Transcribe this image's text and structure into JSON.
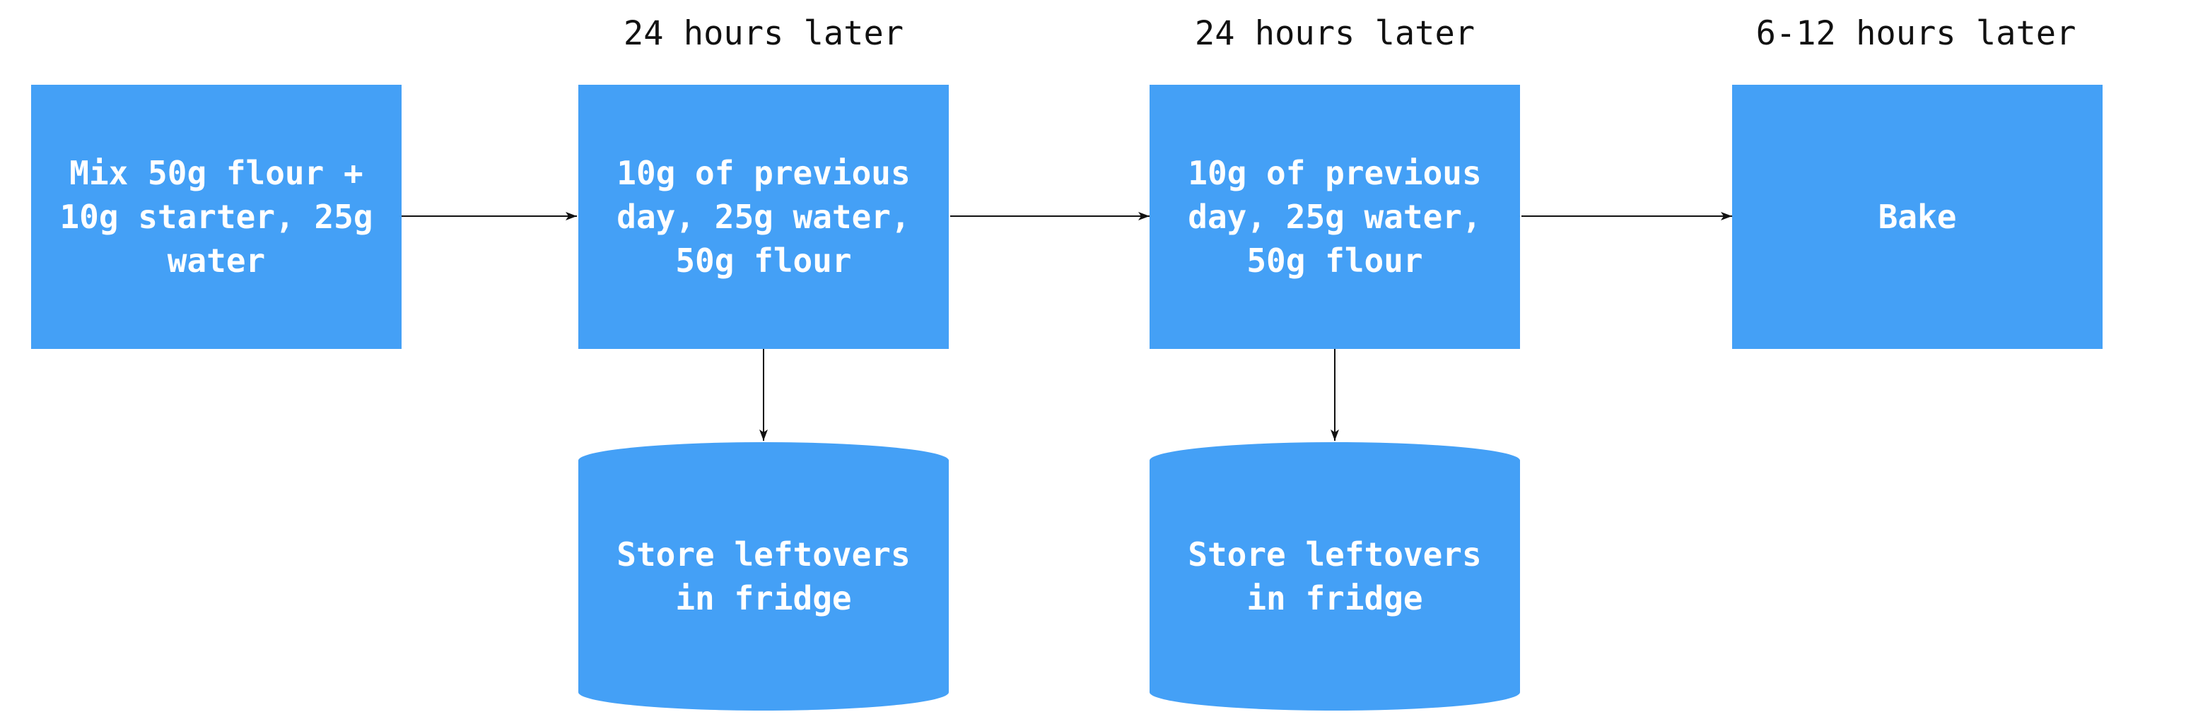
{
  "diagram": {
    "time_labels": [
      "24 hours later",
      "24 hours later",
      "6-12 hours later"
    ],
    "steps": [
      "Mix 50g flour +\n10g starter, 25g\nwater",
      "10g of previous\nday, 25g water,\n50g flour",
      "10g of previous\nday, 25g water,\n50g flour",
      "Bake"
    ],
    "stores": [
      "Store leftovers\nin fridge",
      "Store leftovers\nin fridge"
    ],
    "colors": {
      "box_fill": "#44a0f6",
      "text": "#ffffff",
      "arrow": "#111111"
    }
  }
}
